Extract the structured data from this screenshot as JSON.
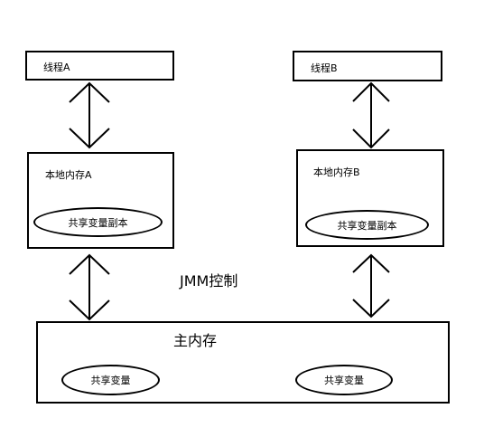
{
  "thread_a": {
    "label": "线程A"
  },
  "thread_b": {
    "label": "线程B"
  },
  "local_memory_a": {
    "label": "本地内存A",
    "copy_label": "共享变量副本"
  },
  "local_memory_b": {
    "label": "本地内存B",
    "copy_label": "共享变量副本"
  },
  "jmm": {
    "label": "JMM控制"
  },
  "main_memory": {
    "label": "主内存",
    "variables": [
      "共享变量",
      "共享变量"
    ]
  },
  "arrows": [
    {
      "from": "线程A",
      "to": "本地内存A"
    },
    {
      "from": "线程B",
      "to": "本地内存B"
    },
    {
      "from": "本地内存A",
      "to": "主内存"
    },
    {
      "from": "本地内存B",
      "to": "主内存"
    }
  ]
}
